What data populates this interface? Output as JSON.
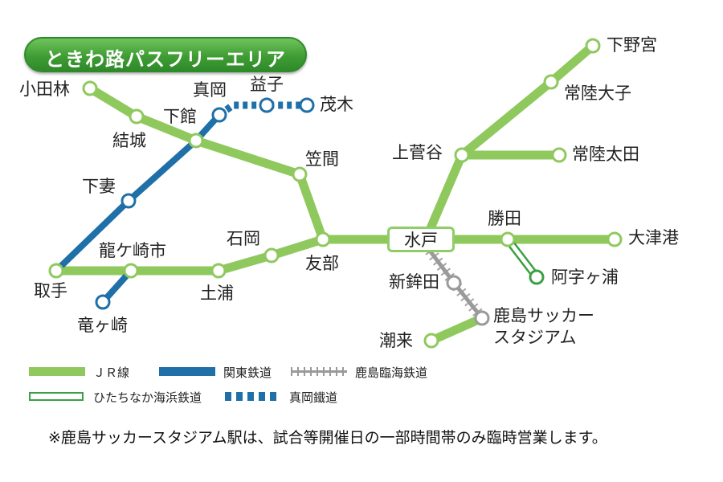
{
  "title": "ときわ路パスフリーエリア",
  "colors": {
    "jr": "#8fc95e",
    "kanto": "#1f6fa8",
    "moka": "#1f6fa8",
    "kashima_rinkai": "#9a9a9a",
    "hitachinaka": "#3aa043"
  },
  "stations": {
    "odabayashi": "小田林",
    "yuki": "結城",
    "shimodate": "下館",
    "moka": "真岡",
    "mashiko": "益子",
    "motegi": "茂木",
    "kasama": "笠間",
    "shimotsuma": "下妻",
    "ryugasakishi": "龍ケ崎市",
    "toride": "取手",
    "ryugasaki": "竜ヶ崎",
    "ishioka": "石岡",
    "tomobe": "友部",
    "tsuchiura": "土浦",
    "mito": "水戸",
    "shinhokota": "新鉾田",
    "kashima_soccer": "鹿島サッカー\nスタジアム",
    "itako": "潮来",
    "katsuta": "勝田",
    "ajigaura": "阿字ヶ浦",
    "otsuko": "大津港",
    "kamisugaya": "上菅谷",
    "hitachi_ota": "常陸太田",
    "hitachi_daigo": "常陸大子",
    "shimonomiya": "下野宮"
  },
  "legend": {
    "jr": "ＪＲ線",
    "kanto": "関東鉄道",
    "kashima_rinkai": "鹿島臨海鉄道",
    "hitachinaka": "ひたちなか海浜鉄道",
    "moka": "真岡鐵道"
  },
  "note": "※鹿島サッカースタジアム駅は、試合等開催日の一部時間帯のみ臨時営業します。"
}
